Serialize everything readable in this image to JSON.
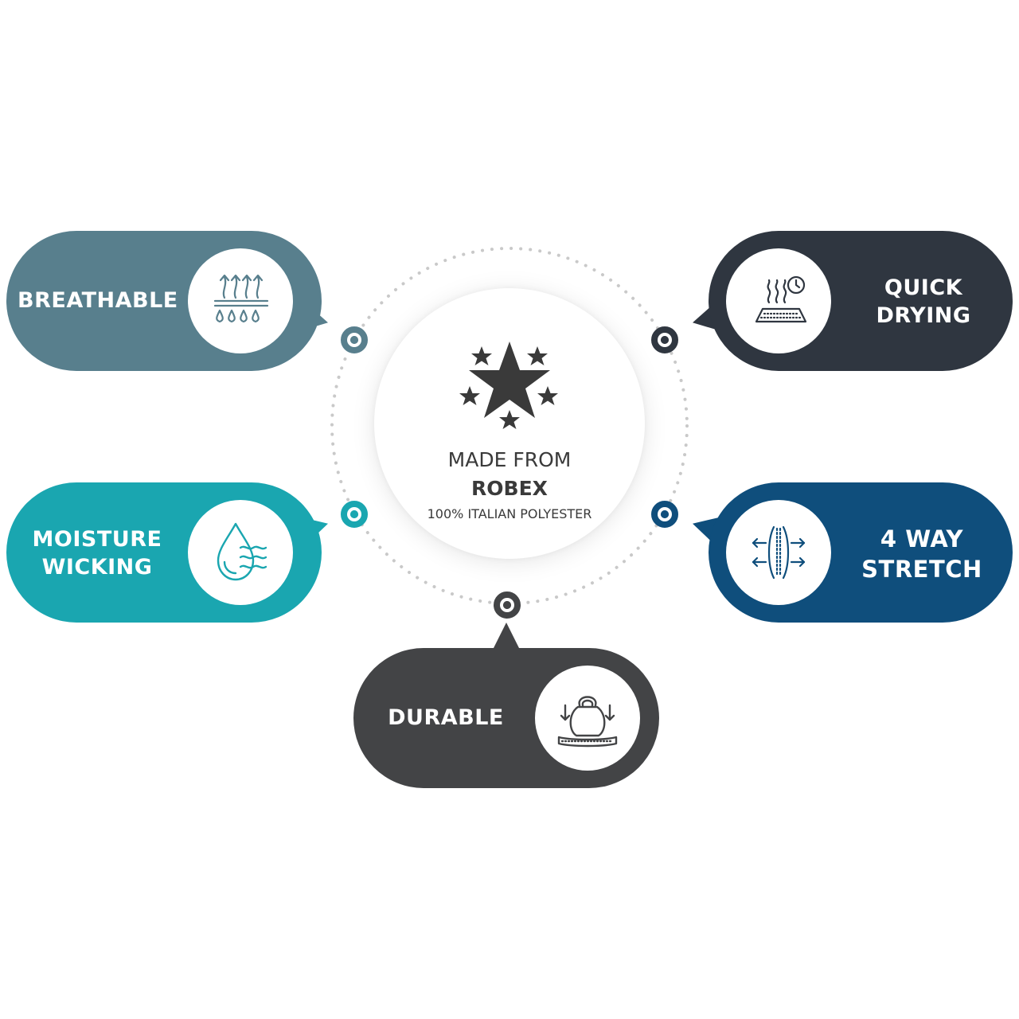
{
  "center": {
    "line1": "MADE FROM",
    "line2": "ROBEX",
    "line3": "100% ITALIAN POLYESTER",
    "icon": "stars-icon"
  },
  "features": {
    "breathable": {
      "line1": "BREATHABLE",
      "icon": "breathable-icon",
      "color": "#587f8d"
    },
    "quick_drying": {
      "line1": "QUICK",
      "line2": "DRYING",
      "icon": "quick-drying-icon",
      "color": "#2f3640"
    },
    "moisture_wicking": {
      "line1": "MOISTURE",
      "line2": "WICKING",
      "icon": "water-drop-icon",
      "color": "#1aa6b0"
    },
    "four_way_stretch": {
      "line1": "4 WAY",
      "line2": "STRETCH",
      "icon": "stretch-icon",
      "color": "#0f4e7c"
    },
    "durable": {
      "line1": "DURABLE",
      "icon": "kettlebell-icon",
      "color": "#434446"
    }
  },
  "colors": {
    "dots": "#c8c8c8",
    "text": "#3a3a3a"
  }
}
